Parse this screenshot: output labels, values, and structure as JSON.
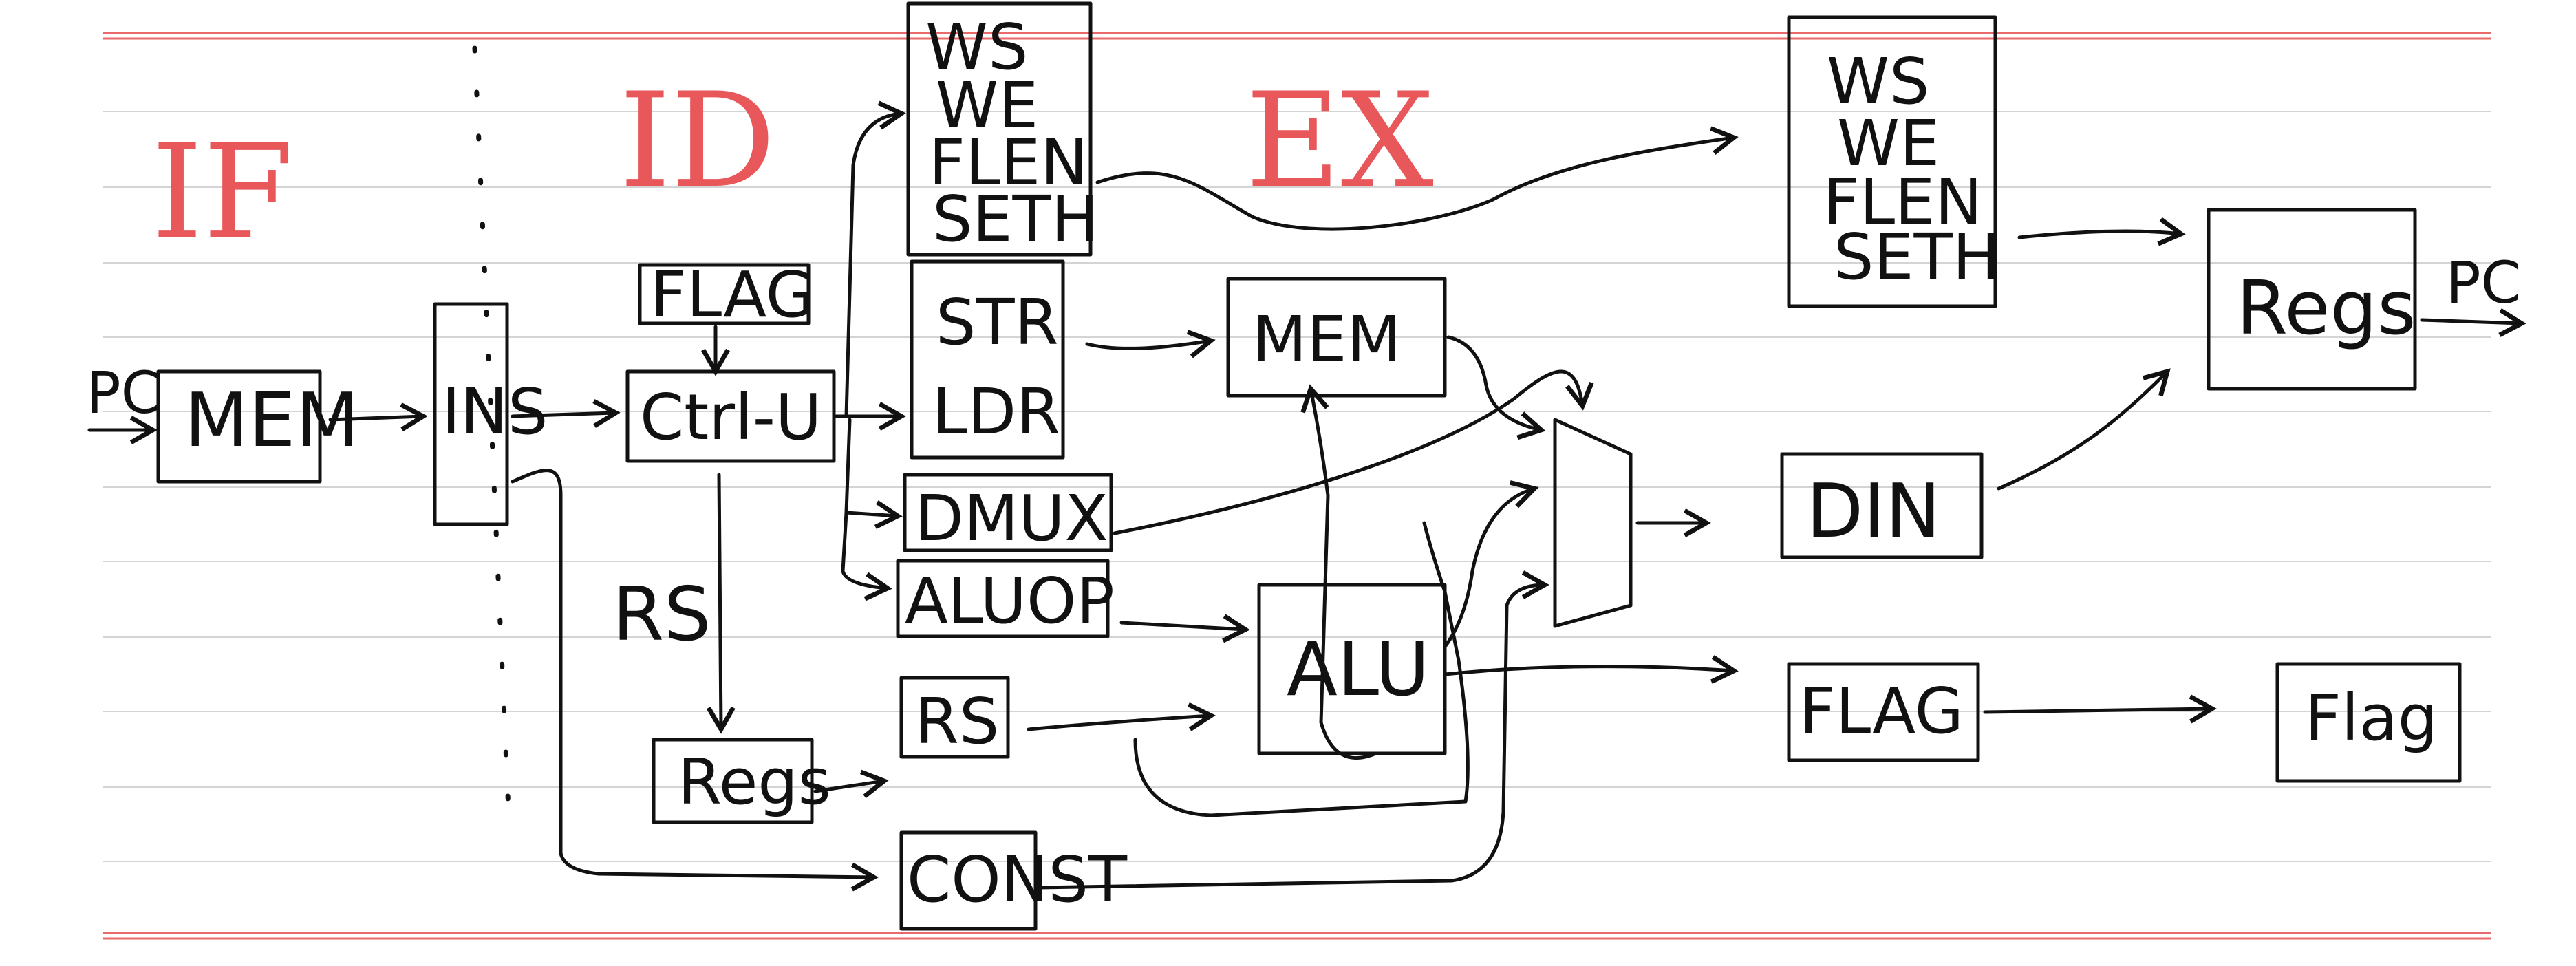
{
  "stages": {
    "if": "IF",
    "id": "ID",
    "ex": "EX"
  },
  "stage_color": "#e8575a",
  "ink_color": "#111111",
  "labels": {
    "pc_in": "PC",
    "pc_out": "PC",
    "mem": "MEM",
    "ins": "INS",
    "flag_top": "FLAG",
    "ctrl_u": "Ctrl-U",
    "rs_wire": "RS",
    "regs_read": "Regs",
    "rs_box": "RS",
    "const": "CONST",
    "id_ex_ctrl": [
      "WS",
      "WE",
      "FLEN",
      "SETH"
    ],
    "id_ex_str": "STR",
    "id_ex_ldr": "LDR",
    "dmux": "DMUX",
    "aluop": "ALUOP",
    "mem_x": "MEM",
    "alu": "ALU",
    "ex_wb_ctrl": [
      "WS",
      "WE",
      "FLEN",
      "SETH"
    ],
    "din": "DIN",
    "flag_ex": "FLAG",
    "regs_write": "Regs",
    "flag_final": "Flag"
  }
}
